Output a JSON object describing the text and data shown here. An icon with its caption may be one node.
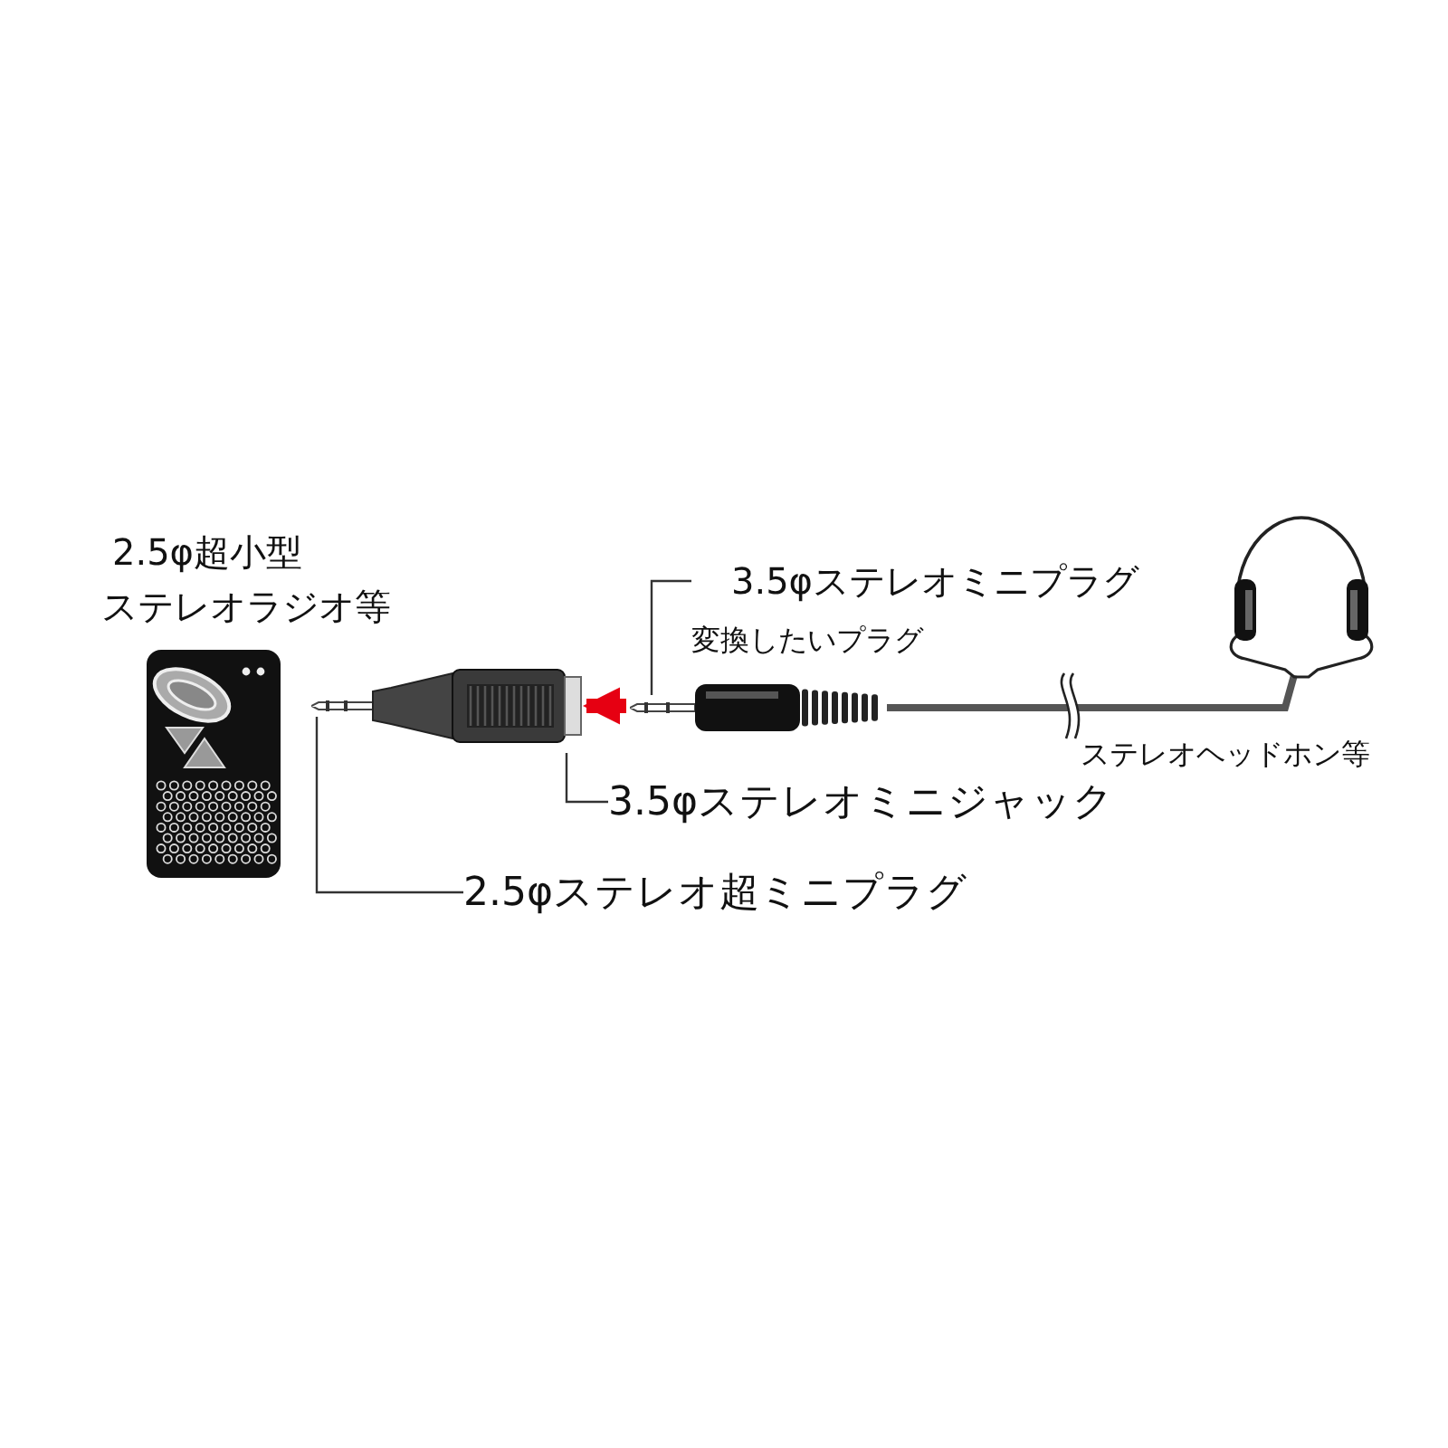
{
  "diagram": {
    "nodes": [
      {
        "text": [],
        "shape": "picture",
        "beside": [
          "2.5φ超小型",
          "ステレオラジオ等"
        ]
      },
      {
        "text": [],
        "shape": "picture"
      },
      {
        "text": [],
        "shape": "picture"
      },
      {
        "text": [],
        "shape": "picture"
      },
      {
        "text": [
          "3.5φステレオミニプラグ",
          "変換したいプラグ"
        ]
      },
      {
        "text": [
          "3.5φステレオミニジャック"
        ]
      },
      {
        "text": [
          "2.5φステレオ超ミニプラグ"
        ]
      }
    ],
    "edges": [
      {
        "from": 4,
        "to": 2,
        "arrow": "none"
      },
      {
        "from": 2,
        "to": 1,
        "arrow": "to",
        "style": "thick",
        "color": "#e60012"
      },
      {
        "from": 5,
        "to": 1,
        "arrow": "none"
      },
      {
        "from": 6,
        "to": 1,
        "arrow": "none"
      },
      {
        "from": 2,
        "to": 3,
        "arrow": "none",
        "style": "thick"
      }
    ],
    "labels": [
      "ステレオヘッドホン等"
    ]
  }
}
